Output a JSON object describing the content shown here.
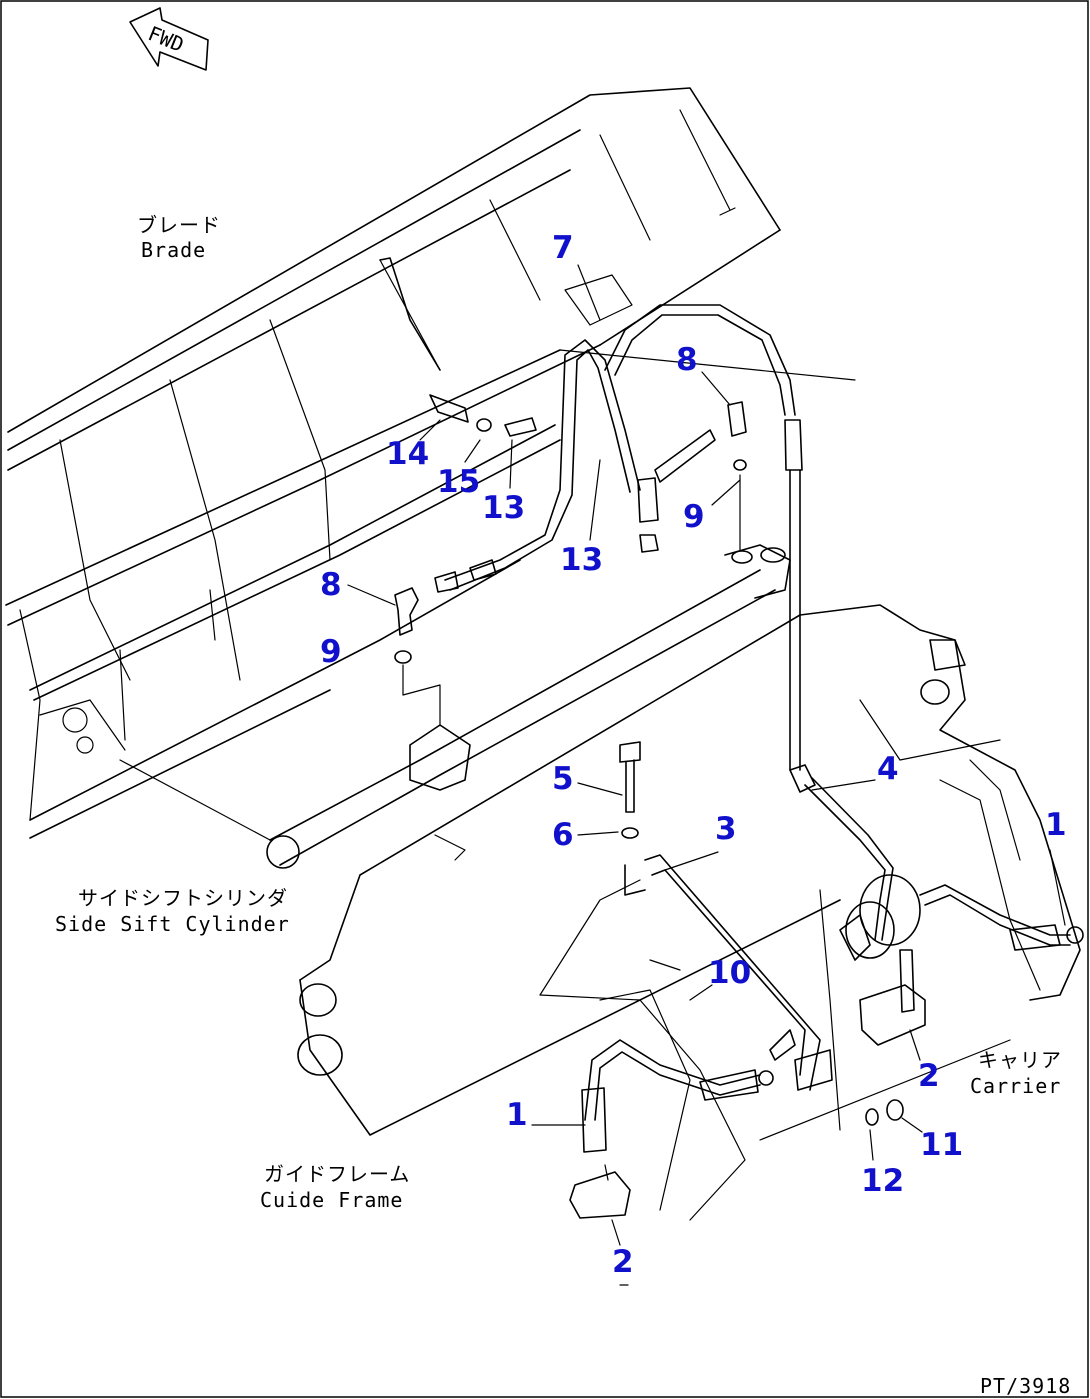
{
  "diagram": {
    "labels": {
      "blade_jp": "ブレード",
      "blade_en": "Brade",
      "cylinder_jp": "サイドシフトシリンダ",
      "cylinder_en": "Side Sift Cylinder",
      "guide_jp": "ガイドフレーム",
      "guide_en": "Cuide Frame",
      "carrier_jp": "キャリア",
      "carrier_en": "Carrier",
      "fwd": "FWD",
      "code": "PT/3918"
    },
    "callouts": [
      "7",
      "8",
      "14",
      "15",
      "13",
      "9",
      "13",
      "8",
      "9",
      "5",
      "4",
      "6",
      "3",
      "1",
      "10",
      "2",
      "1",
      "12",
      "11",
      "2"
    ]
  }
}
